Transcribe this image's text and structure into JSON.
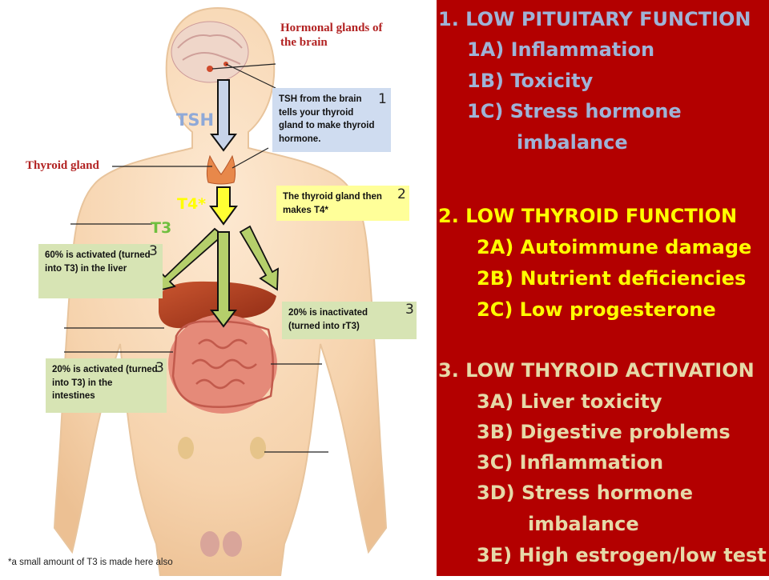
{
  "figure": {
    "labels": {
      "hormonal_glands": "Hormonal glands of the brain",
      "thyroid_gland": "Thyroid gland",
      "tsh": "TSH",
      "t4": "T4*",
      "t3": "T3"
    },
    "callouts": [
      {
        "text": "TSH from the brain tells your thyroid gland to make thyroid hormone.",
        "number": "1"
      },
      {
        "text": "The thyroid gland then makes T4*",
        "number": "2"
      },
      {
        "text": "60% is activated (turned into T3) in the liver",
        "number": "3"
      },
      {
        "text": "20% is inactivated (turned into rT3)",
        "number": "3"
      },
      {
        "text": "20% is activated (turned into T3) in the intestines",
        "number": "3"
      }
    ],
    "footnote": "*a small amount of T3 is made here also",
    "colors": {
      "tsh": "#8fa9d8",
      "t4": "#ffff00",
      "t3": "#6fbf3f",
      "arrow_green": "#b5cf6b",
      "arrow_yellow": "#ffff33"
    }
  },
  "panel": {
    "background": "#b30000",
    "sections": [
      {
        "heading": "1.  LOW PITUITARY FUNCTION",
        "color": "#9fb3d6",
        "items": [
          "1A) Inflammation",
          "1B)  Toxicity",
          "1C)  Stress hormone",
          "imbalance"
        ]
      },
      {
        "heading": "2.    LOW THYROID FUNCTION",
        "color": "#ffff00",
        "items": [
          "2A)  Autoimmune  damage",
          "2B)  Nutrient deficiencies",
          "2C)  Low progesterone"
        ]
      },
      {
        "heading": "3.    LOW THYROID ACTIVATION",
        "color": "#e6d9a8",
        "items": [
          "3A)  Liver toxicity",
          "3B)  Digestive problems",
          "3C)  Inflammation",
          "3D)  Stress hormone",
          "imbalance",
          "3E)  High estrogen/low test"
        ]
      }
    ]
  }
}
